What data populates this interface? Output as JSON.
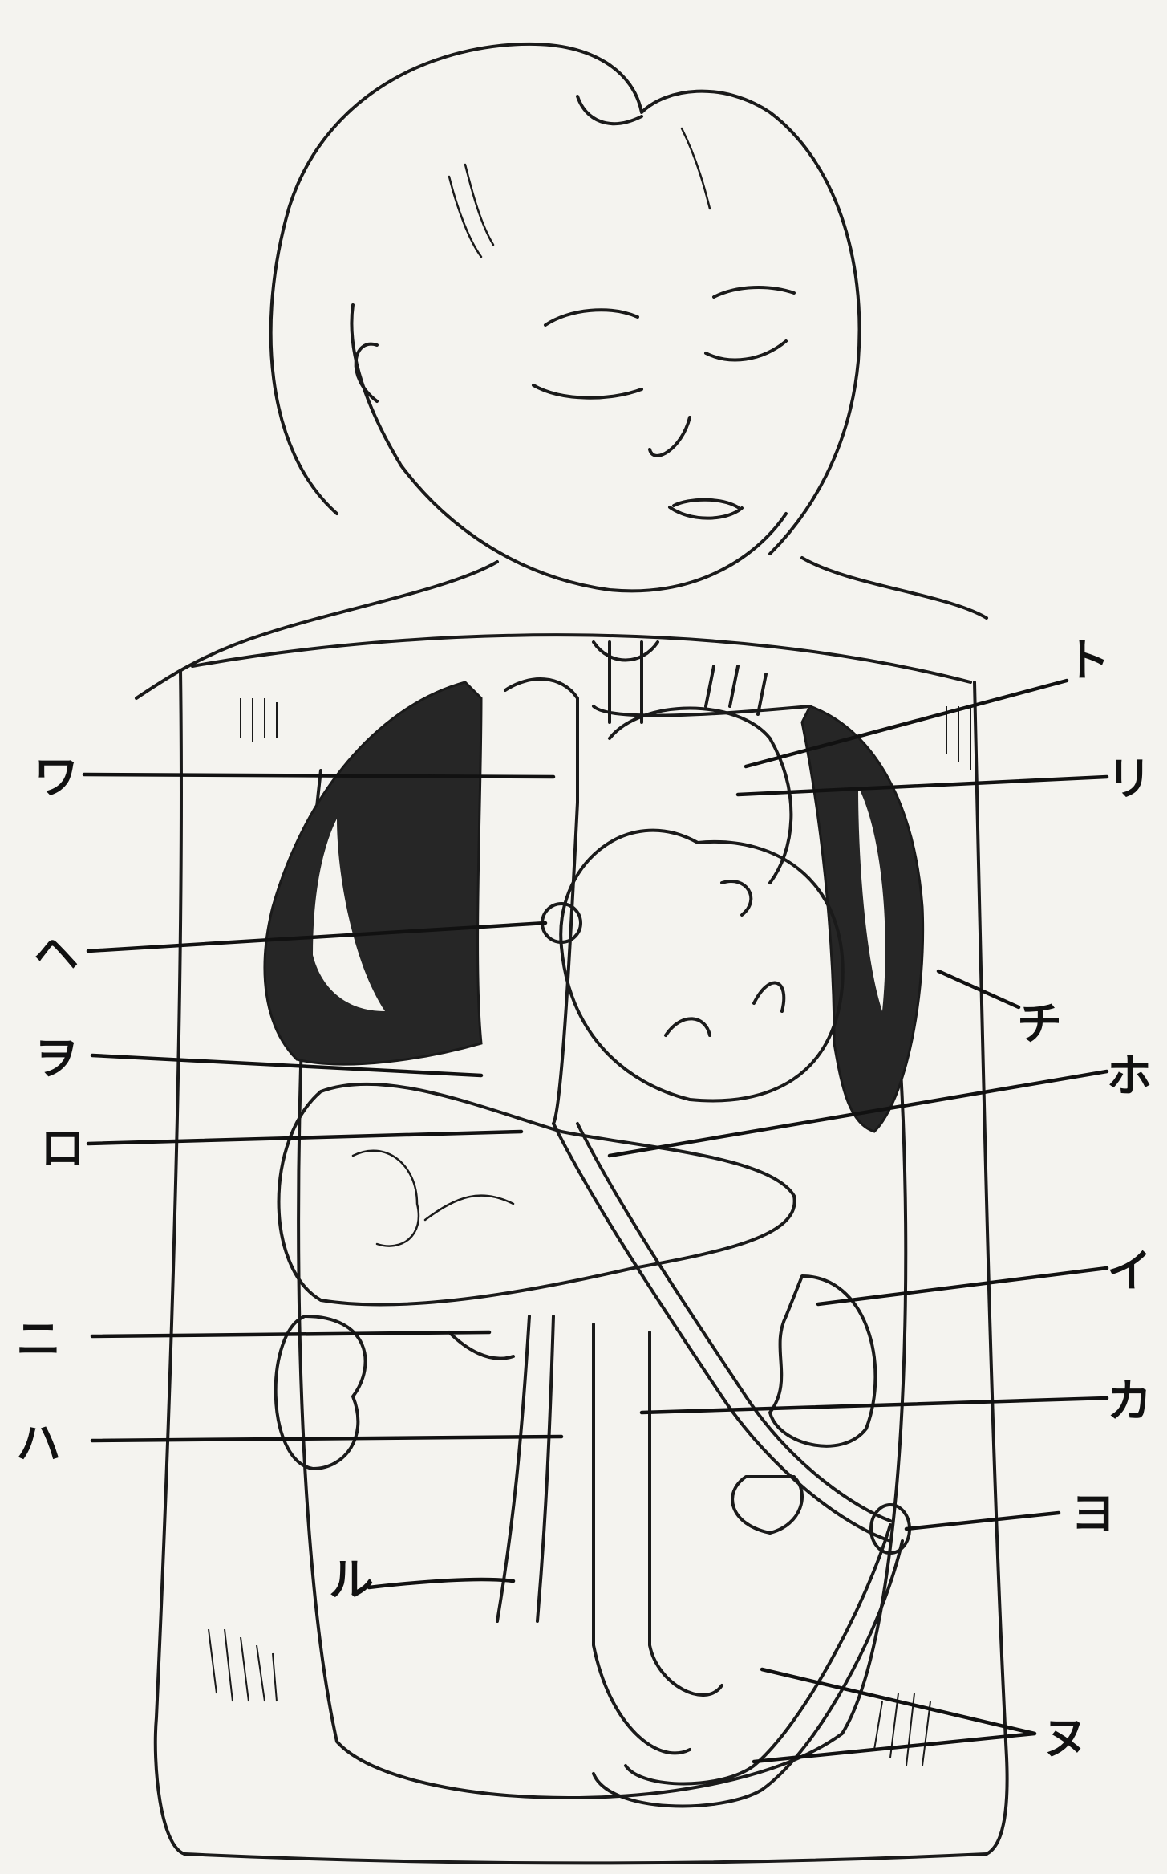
{
  "labels": {
    "wa": "ワ",
    "he": "ヘ",
    "wo": "ヲ",
    "ro": "ロ",
    "ni": "ニ",
    "ha": "ハ",
    "ru": "ル",
    "to": "ト",
    "ri": "リ",
    "chi": "チ",
    "ho": "ホ",
    "i": "イ",
    "ka": "カ",
    "yo": "ヨ",
    "nu": "ヌ"
  }
}
